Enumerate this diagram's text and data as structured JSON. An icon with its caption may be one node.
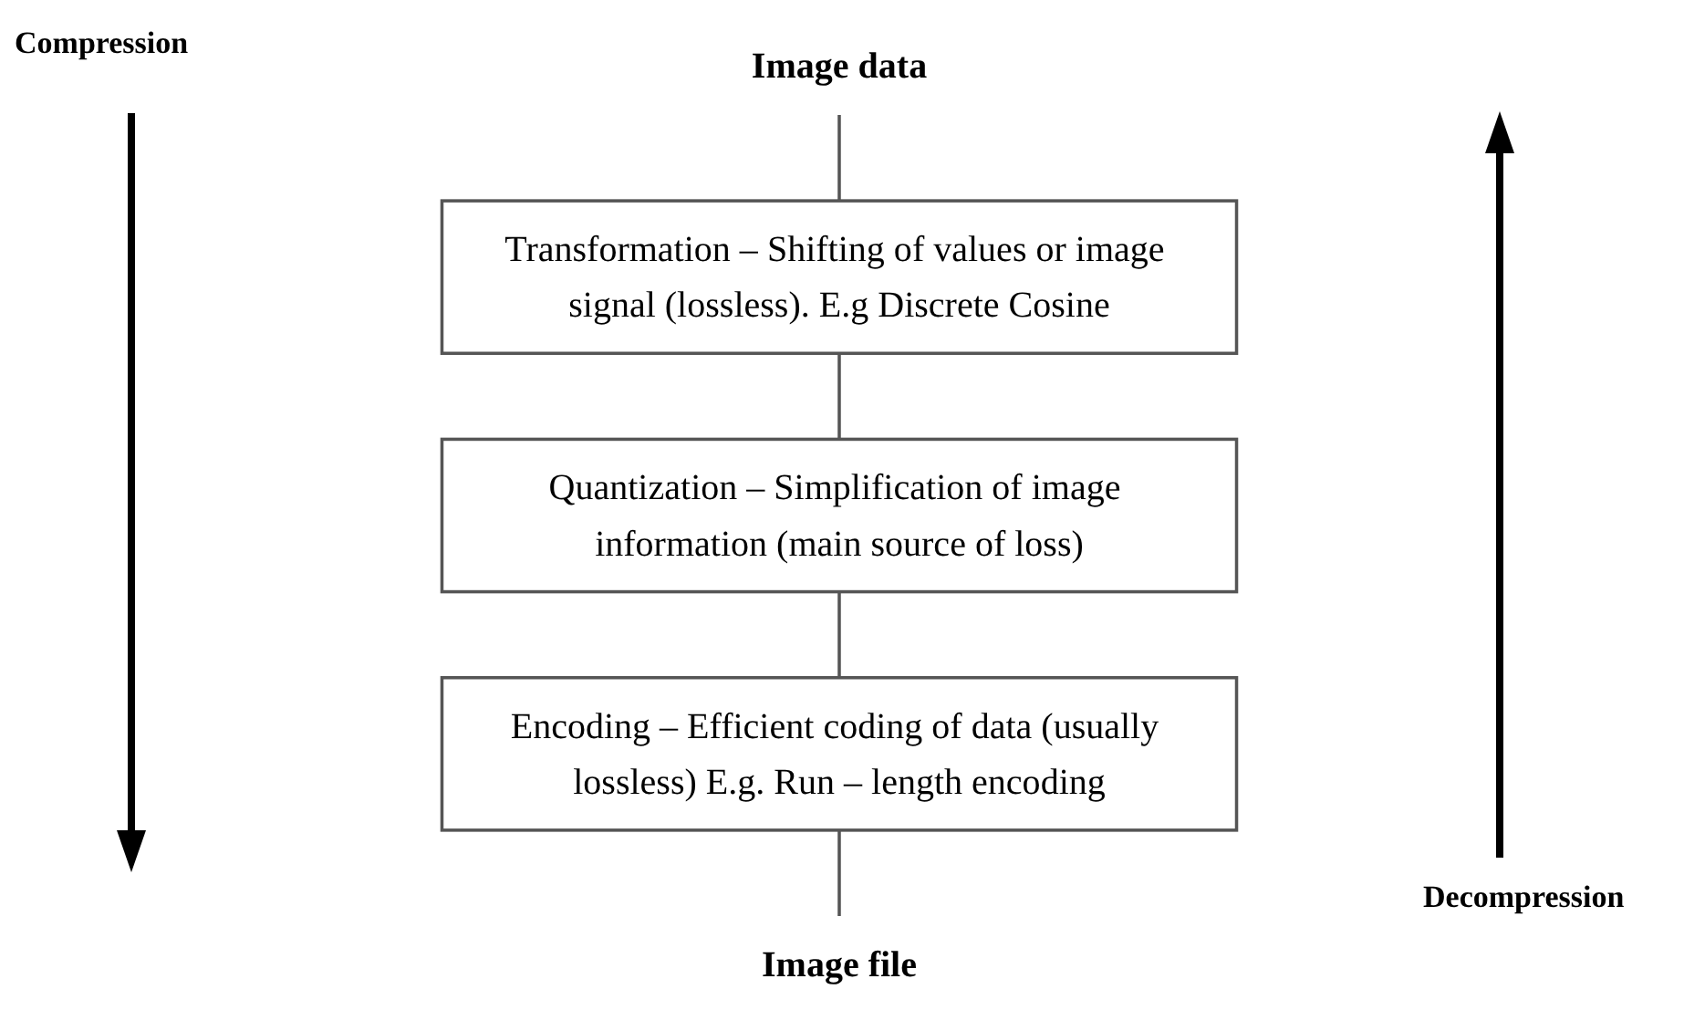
{
  "diagram": {
    "nodes": [
      {
        "text": [
          "Image data"
        ]
      },
      {
        "text": [
          "Transformation – Shifting of values or image signal (lossless). E.g Discrete Cosine"
        ]
      },
      {
        "text": [
          "Quantization – Simplification of image information (main source of loss)"
        ]
      },
      {
        "text": [
          "Encoding – Efficient coding of data (usually lossless) E.g. Run – length encoding"
        ]
      },
      {
        "text": [
          "Image file"
        ]
      }
    ],
    "edges": [
      {
        "from": 0,
        "to": 1,
        "arrow": "none"
      },
      {
        "from": 1,
        "to": 2,
        "arrow": "none"
      },
      {
        "from": 2,
        "to": 3,
        "arrow": "none"
      },
      {
        "from": 3,
        "to": 4,
        "arrow": "none"
      }
    ],
    "labels": [
      "Compression",
      "Decompression"
    ]
  }
}
